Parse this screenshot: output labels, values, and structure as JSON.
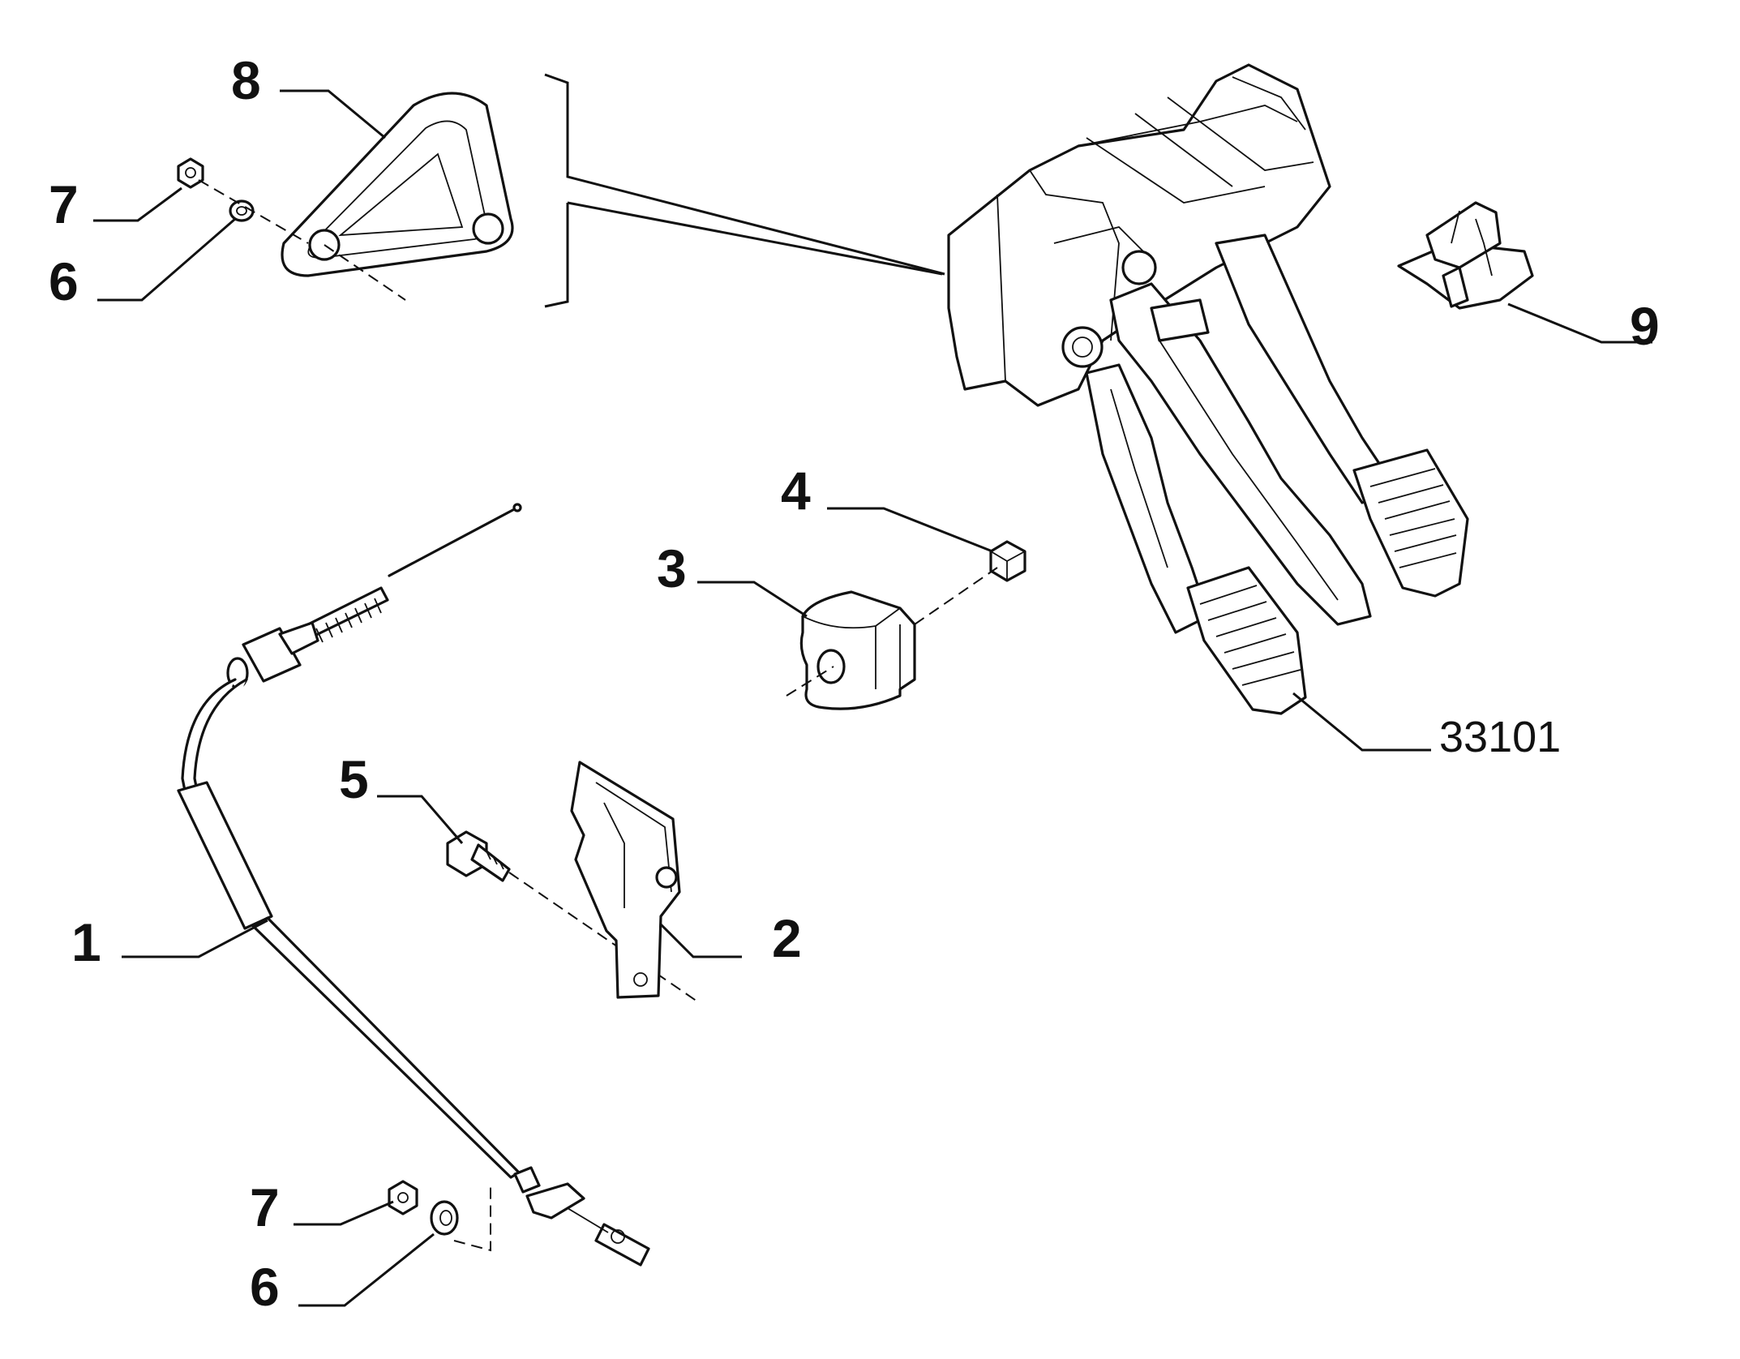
{
  "callouts": {
    "c1": "1",
    "c2": "2",
    "c3": "3",
    "c4": "4",
    "c5": "5",
    "c6_top": "6",
    "c6_bottom": "6",
    "c7_top": "7",
    "c7_bottom": "7",
    "c8": "8",
    "c9": "9"
  },
  "reference_code": "33101"
}
